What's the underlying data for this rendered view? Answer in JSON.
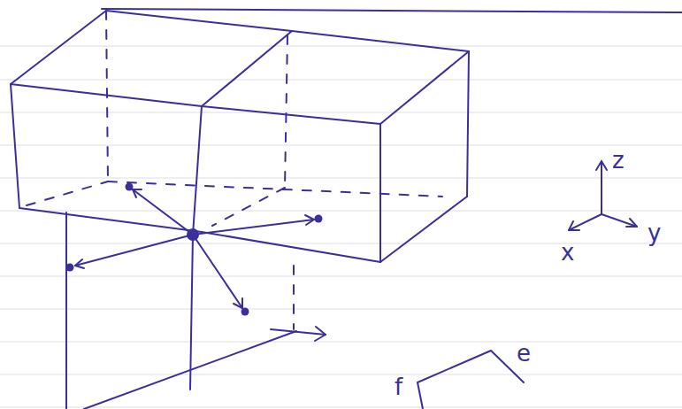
{
  "diagram": {
    "labels": [
      "z",
      "x",
      "y",
      "f",
      "e"
    ]
  }
}
